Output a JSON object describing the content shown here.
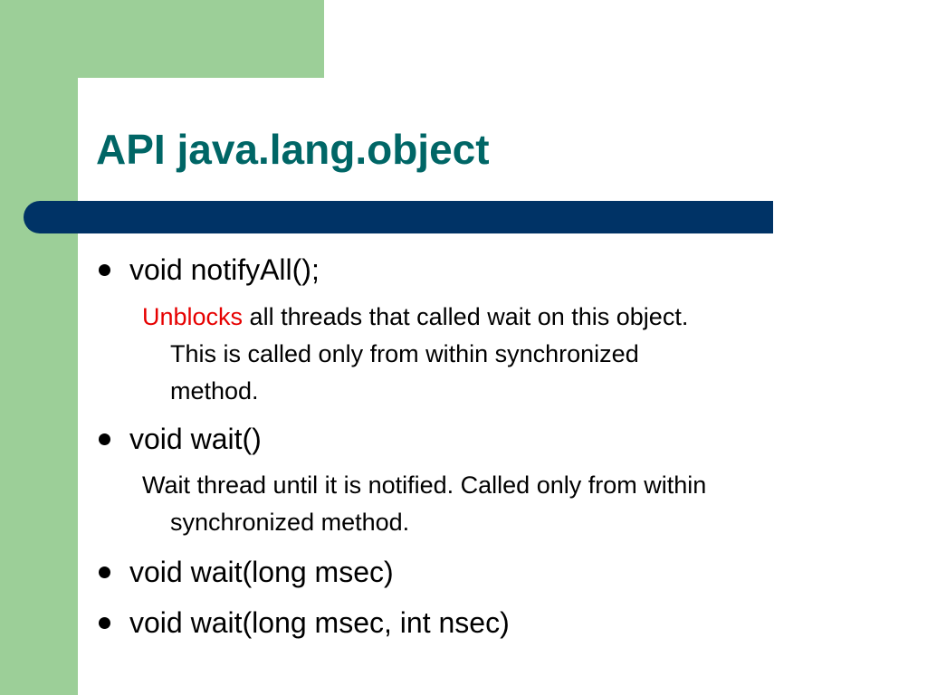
{
  "colors": {
    "green": "#9ccf98",
    "title": "#006666",
    "bar": "#003366",
    "red": "#e60000"
  },
  "slide": {
    "title": "API java.lang.object",
    "items": [
      {
        "text": "void notifyAll();",
        "sub": {
          "highlight": "Unblocks",
          "line1_rest": " all threads that called wait on this object.",
          "line2": "This is called only from within synchronized",
          "line3": "method."
        }
      },
      {
        "text": "void wait()",
        "sub": {
          "line1": "Wait thread until it is notified. Called only from within",
          "line2": "synchronized method."
        }
      },
      {
        "text": "void wait(long msec)"
      },
      {
        "text": "void wait(long msec, int nsec)"
      }
    ]
  }
}
